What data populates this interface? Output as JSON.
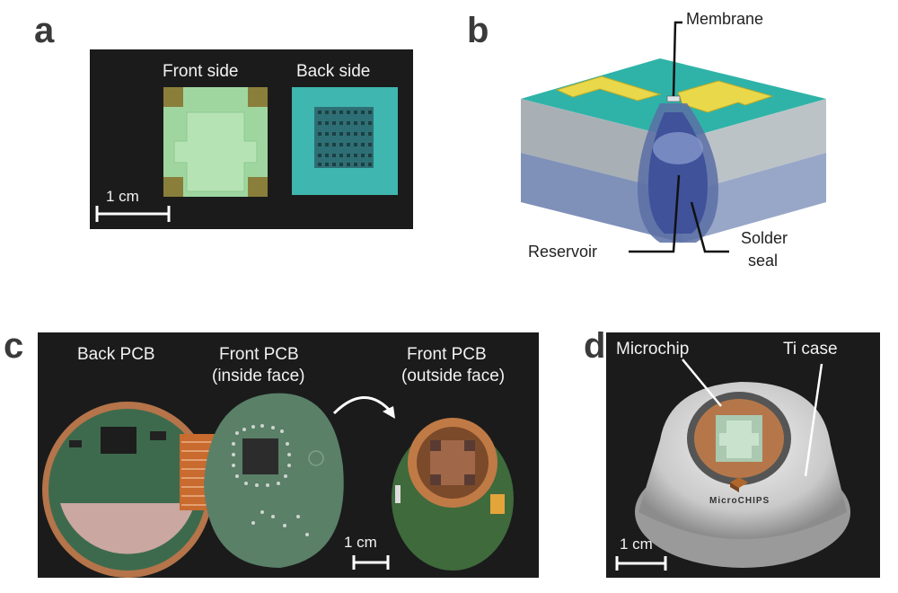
{
  "panels": {
    "a": {
      "letter": "a",
      "front_label": "Front side",
      "back_label": "Back side",
      "scale_label": "1 cm"
    },
    "b": {
      "letter": "b",
      "membrane_label": "Membrane",
      "reservoir_label": "Reservoir",
      "solder_label_line1": "Solder",
      "solder_label_line2": "seal"
    },
    "c": {
      "letter": "c",
      "back_pcb_label": "Back PCB",
      "front_inside_line1": "Front PCB",
      "front_inside_line2": "(inside face)",
      "front_outside_line1": "Front PCB",
      "front_outside_line2": "(outside face)",
      "scale_label": "1 cm"
    },
    "d": {
      "letter": "d",
      "microchip_label": "Microchip",
      "ti_case_label": "Ti case",
      "brand_text": "MicroCHIPS",
      "scale_label": "1 cm"
    }
  },
  "colors": {
    "photo_background": "#1b1b1b",
    "chip_green": "#9fd6a0",
    "chip_teal": "#3fb6b0",
    "diagram_teal": "#2fb3a8",
    "diagram_yellow": "#e8d84a",
    "pcb_green": "#3f6a4c",
    "copper": "#c07a45",
    "titanium": "#c9c9c9"
  }
}
